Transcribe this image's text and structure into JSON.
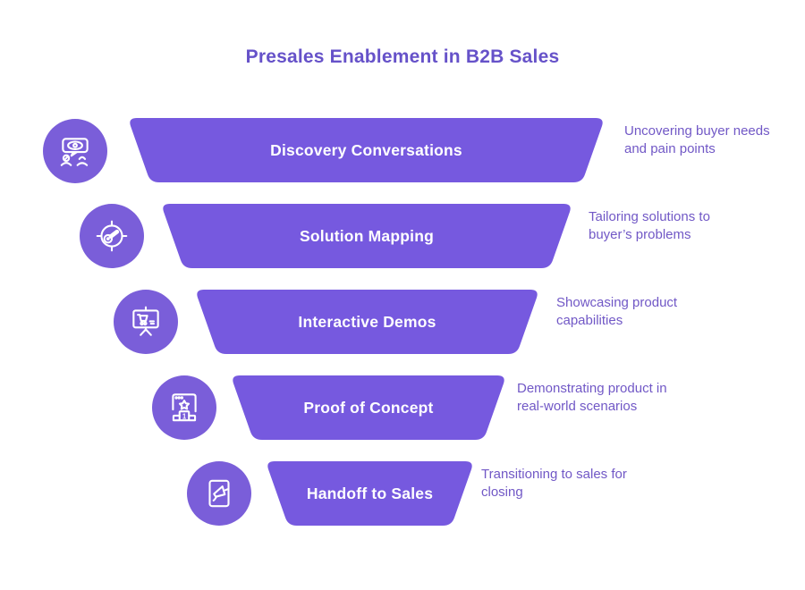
{
  "title": "Presales Enablement in B2B Sales",
  "colors": {
    "bar_fill": "#7659df",
    "icon_circle_fill": "#7a5ed9",
    "title_text": "#6652c9",
    "annotation_text": "#7158c6",
    "bar_label_text": "#ffffff",
    "background": "#ffffff"
  },
  "funnel": {
    "type": "funnel",
    "direction": "top-wide-to-bottom-narrow",
    "stages": [
      {
        "label": "Discovery Conversations",
        "description": "Uncovering buyer needs and pain points",
        "icon": "eye-speech-bubble-people-icon"
      },
      {
        "label": "Solution Mapping",
        "description": "Tailoring solutions to buyer’s problems",
        "icon": "target-key-icon"
      },
      {
        "label": "Interactive Demos",
        "description": "Showcasing product capabilities",
        "icon": "presentation-cart-icon"
      },
      {
        "label": "Proof of Concept",
        "description": "Demonstrating product in real-world scenarios",
        "icon": "browser-star-podium-icon"
      },
      {
        "label": "Handoff to Sales",
        "description": "Transitioning to sales for closing",
        "icon": "document-megaphone-icon"
      }
    ]
  }
}
